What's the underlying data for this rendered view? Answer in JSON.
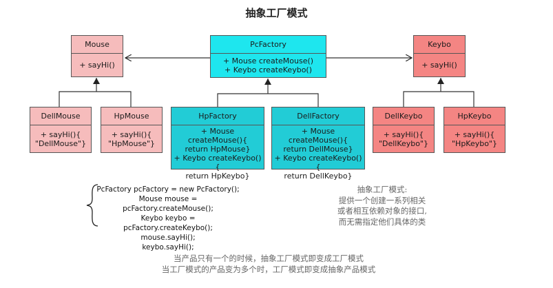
{
  "title": "抽象工厂模式",
  "boxes": {
    "pcfactory": {
      "name": "PcFactory",
      "body": [
        "+ Mouse createMouse()",
        "+ Keybo createKeybo()"
      ]
    },
    "mouse": {
      "name": "Mouse",
      "body": [
        "+ sayHi()"
      ]
    },
    "keybo": {
      "name": "Keybo",
      "body": [
        "+ sayHi()"
      ]
    },
    "dellmouse": {
      "name": "DellMouse",
      "body": [
        "+ sayHi(){",
        "\"DellMouse\"}"
      ]
    },
    "hpmouse": {
      "name": "HpMouse",
      "body": [
        "+ sayHi(){",
        "\"HpMouse\"}"
      ]
    },
    "hpfactory": {
      "name": "HpFactory",
      "body": [
        "+ Mouse createMouse(){",
        "return HpMouse}",
        "+ Keybo createKeybo(){",
        "return HpKeybo}"
      ]
    },
    "dellfactory": {
      "name": "DellFactory",
      "body": [
        "+ Mouse createMouse(){",
        "return DellMouse}",
        "+ Keybo createKeybo(){",
        "return DellKeybo}"
      ]
    },
    "dellkeybo": {
      "name": "DellKeybo",
      "body": [
        "+ sayHi(){",
        "\"DellKeybo\"}"
      ]
    },
    "hpkeybo": {
      "name": "HpKeybo",
      "body": [
        "+ sayHi(){",
        "\"HpKeybo\"}"
      ]
    }
  },
  "code": [
    "PcFactory pcFactory = new PcFactory();",
    "Mouse mouse = pcFactory.createMouse();",
    "Keybo keybo = pcFactory.createKeybo();",
    "mouse.sayHi();",
    "keybo.sayHi();"
  ],
  "definition": [
    "抽象工厂模式:",
    "提供一个创建一系列相关",
    "或者相互依赖对象的接口,",
    "而无需指定他们具体的类"
  ],
  "footer": [
    "当产品只有一个的时候，抽象工厂模式即变成工厂模式",
    "当工厂模式的产品变为多个时，工厂模式即变成抽象产品模式"
  ],
  "colors": {
    "mouse": "#f6bcbc",
    "keybo": "#f48583",
    "factory": "#22ccd6",
    "factory_main": "#1ee6ee"
  }
}
